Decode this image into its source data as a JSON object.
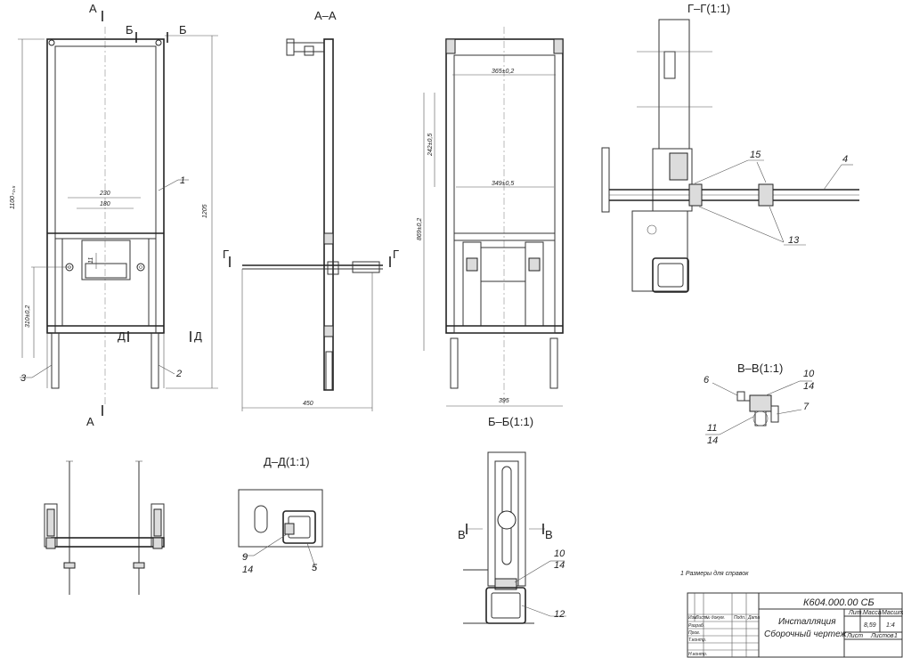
{
  "views": {
    "aa": "A–A",
    "gg": "Г–Г(1:1)",
    "dd": "Д–Д(1:1)",
    "bb": "Б–Б(1:1)",
    "vv": "В–В(1:1)"
  },
  "markers": {
    "a": "А",
    "b": "Б",
    "g": "Г",
    "d": "Д",
    "v": "В"
  },
  "dimensions": {
    "h_1100": "1100₊₀,₅",
    "h_1205": "1205",
    "w_230": "230",
    "w_180": "180",
    "h_11": "11",
    "h_310": "310±0,2",
    "w_450": "450",
    "w_395": "395",
    "w_365": "365±0,2",
    "w_349": "349±0,5",
    "h_242": "242±0,5",
    "h_869": "869±0,2"
  },
  "callouts": {
    "c1": "1",
    "c2": "2",
    "c3": "3",
    "c4": "4",
    "c5": "5",
    "c6": "6",
    "c7": "7",
    "c9": "9",
    "c10": "10",
    "c11": "11",
    "c12": "12",
    "c13": "13",
    "c14": "14",
    "c15": "15"
  },
  "note": "1  Размеры для справок",
  "title_block": {
    "code": "К604.000.00 СБ",
    "name_line1": "Инсталляция",
    "name_line2": "Сборочный чертеж",
    "col_lit": "Лит.",
    "col_mass": "Масса",
    "col_scale": "Масштаб",
    "mass": "8,59",
    "scale": "1:4",
    "sheet": "Лист",
    "sheets": "Листов",
    "sheets_count": "1",
    "rows": [
      "Изм.",
      "Лист",
      "№ докум.",
      "Подп.",
      "Дата"
    ],
    "roles": [
      "Разраб.",
      "Пров.",
      "Т.контр.",
      "",
      "Н.контр.",
      "Утв."
    ]
  }
}
